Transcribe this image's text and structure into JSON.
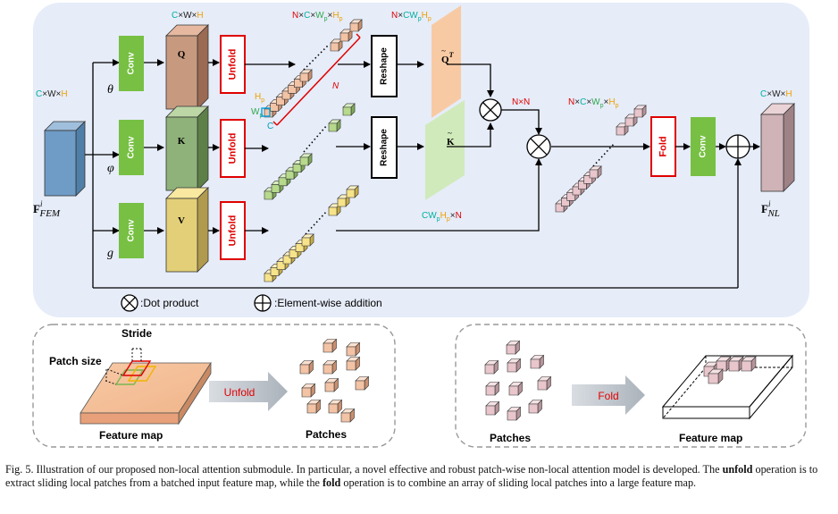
{
  "colors": {
    "panel_bg": "#e6ecf8",
    "conv_green": "#77c043",
    "red": "#e00000",
    "teal": "#00b0a0",
    "orange_txt": "#f0a000",
    "green_txt": "#2fa84f",
    "purple_txt": "#6a3fb0"
  },
  "top": {
    "input_dims": [
      "C",
      "×W×",
      "H"
    ],
    "input_label": "F",
    "input_sup": "i",
    "input_sub": "FEM",
    "output_dims": [
      "C",
      "×W×",
      "H"
    ],
    "output_label": "F",
    "output_sup": "i",
    "output_sub": "NL",
    "branch_symbols": [
      "θ",
      "φ",
      "g"
    ],
    "conv_label": "Conv",
    "unfold_label": "Unfold",
    "reshape_label": "Reshape",
    "fold_label": "Fold",
    "q_letter": "Q",
    "k_letter": "K",
    "v_letter": "V",
    "q_dims": [
      "C",
      "×W×",
      "H"
    ],
    "patch_dims_top": [
      "N",
      "×",
      "C",
      "×",
      "W",
      "p",
      "×",
      "H",
      "p"
    ],
    "n_label": "N",
    "hp_label": "H",
    "hp_sub": "p",
    "wp_label": "W",
    "wp_sub": "p",
    "c_label": "C",
    "reshape_q_dims": [
      "N",
      "×",
      "CW",
      "p",
      "H",
      "p"
    ],
    "qt_label": "Q",
    "qt_sup": "T",
    "k_tilde": "K",
    "k_dims": [
      "CW",
      "p",
      "H",
      "p",
      "×",
      "N"
    ],
    "nxn_label": "N×N",
    "out_patch_dims": [
      "N",
      "×",
      "C",
      "×",
      "W",
      "p",
      "×",
      "H",
      "p"
    ]
  },
  "legend": {
    "dot_product": ":Dot product",
    "elementwise": ":Element-wise addition"
  },
  "unfold_panel": {
    "stride": "Stride",
    "patch_size": "Patch size",
    "arrow_label": "Unfold",
    "feature_map": "Feature map",
    "patches": "Patches"
  },
  "fold_panel": {
    "patches": "Patches",
    "arrow_label": "Fold",
    "feature_map": "Feature map"
  },
  "caption": {
    "part1": "Fig. 5.  Illustration of our proposed non-local attention submodule. In particular, a novel effective and robust patch-wise non-local attention model is developed. The ",
    "bold1": "unfold",
    "part2": " operation is to extract sliding local patches from a batched input feature map, while the ",
    "bold2": "fold",
    "part3": " operation is to combine an array of sliding local patches into a large feature map."
  }
}
